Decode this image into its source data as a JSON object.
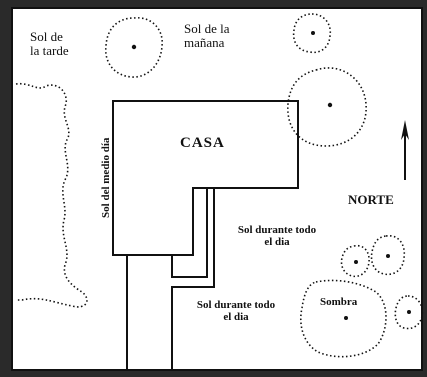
{
  "labels": {
    "afternoon_sun_line1": "Sol de",
    "afternoon_sun_line2": "la tarde",
    "morning_sun_line1": "Sol de la",
    "morning_sun_line2": "mañana",
    "house": "CASA",
    "midday_sun": "Sol del medio día",
    "north": "NORTE",
    "full_sun_east_line1": "Sol durante todo",
    "full_sun_east_line2": "el dia",
    "full_sun_south_line1": "Sol durante todo",
    "full_sun_south_line2": "el dia",
    "shade": "Sombra"
  },
  "colors": {
    "background": "#2a2a2a",
    "paper": "#ffffff",
    "ink": "#111111"
  }
}
